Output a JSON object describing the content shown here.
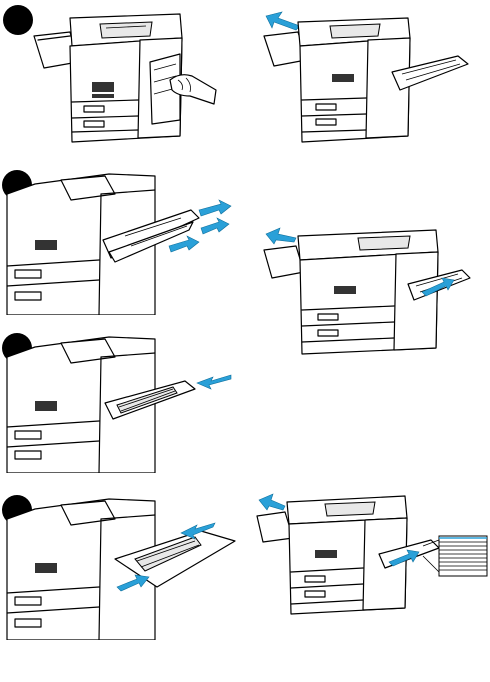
{
  "figure": {
    "steps": [
      {
        "id": "1",
        "label": ""
      },
      {
        "id": "2",
        "label": ""
      },
      {
        "id": "3",
        "label": ""
      },
      {
        "id": "4",
        "label": ""
      }
    ],
    "colors": {
      "line": "#000000",
      "arrow": "#2aa0d8",
      "badge": "#000000",
      "paper_fill": "#ffffff"
    },
    "icons": [
      "printer-illustration",
      "hand-illustration",
      "arrow-icon",
      "paper-stack-icon"
    ]
  }
}
